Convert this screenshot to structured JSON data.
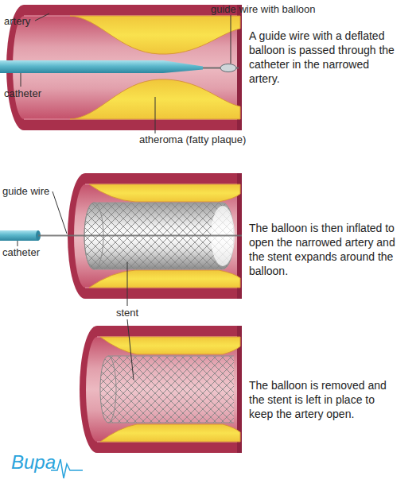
{
  "diagram": {
    "labels": [
      "guide wire with balloon",
      "artery",
      "A guide wire with a deflated balloon is passed through the catheter in the narrowed artery.",
      "catheter",
      "atheroma (fatty plaque)",
      "guide wire",
      "catheter",
      "The balloon is then inflated to open the narrowed artery and the stent expands around the balloon.",
      "stent",
      "The balloon is removed and the stent is left in place to keep the artery open.",
      "Bupa"
    ]
  }
}
